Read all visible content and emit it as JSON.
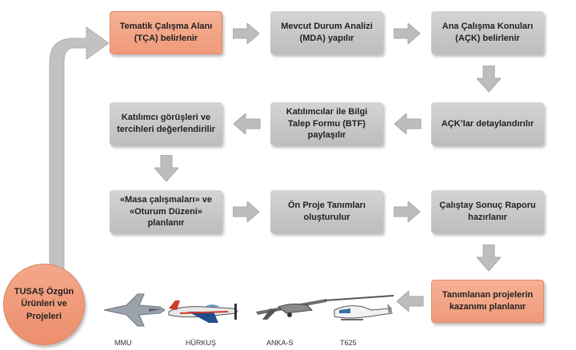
{
  "boxes": {
    "tca": "Tematik Çalışma Alanı (TÇA) belirlenir",
    "mda": "Mevcut Durum Analizi (MDA) yapılır",
    "ack": "Ana Çalışma Konuları (AÇK) belirlenir",
    "ack_detail": "AÇK’lar detaylandırılır",
    "btf": "Katılımcılar ile Bilgi Talep Formu (BTF) paylaşılır",
    "views": "Katılımcı görüşleri ve tercihleri değerlendirilir",
    "masa": "«Masa çalışmaları» ve «Oturum Düzeni» planlanır",
    "on_proje": "Ön Proje Tanımları oluşturulur",
    "calistay": "Çalıştay Sonuç Raporu hazırlanır",
    "kazanim": "Tanımlanan projelerin kazanımı planlanır"
  },
  "circle": "TUSAŞ Özgün Ürünleri ve Projeleri",
  "products": [
    "MMU",
    "HÜRKUŞ",
    "ANKA-S",
    "T625"
  ],
  "colors": {
    "gray_box": "#c8c8c8",
    "orange_box": "#f2a384",
    "arrow": "#b9b9b9"
  }
}
